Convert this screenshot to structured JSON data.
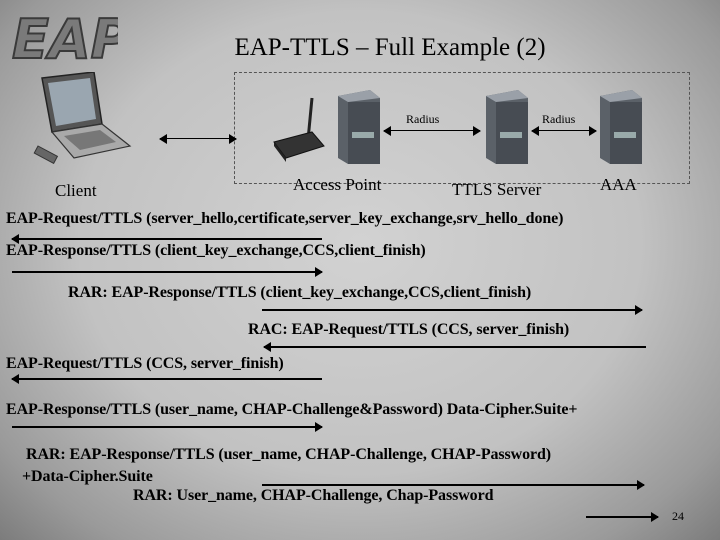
{
  "logo_text": "EAP",
  "title": "EAP-TTLS – Full Example (2)",
  "labels": {
    "radius_left": "Radius",
    "radius_right": "Radius",
    "client": "Client",
    "access_point": "Access Point",
    "ttls_server": "TTLS Server",
    "aaa": "AAA"
  },
  "messages": [
    "EAP-Request/TTLS (server_hello,certificate,server_key_exchange,srv_hello_done)",
    "EAP-Response/TTLS (client_key_exchange,CCS,client_finish)",
    "RAR: EAP-Response/TTLS (client_key_exchange,CCS,client_finish)",
    "RAC: EAP-Request/TTLS (CCS, server_finish)",
    "EAP-Request/TTLS (CCS, server_finish)",
    "EAP-Response/TTLS (user_name, CHAP-Challenge&Password) Data-Cipher.Suite+",
    "RAR: EAP-Response/TTLS (user_name, CHAP-Challenge, CHAP-Password)",
    "+Data-Cipher.Suite",
    "RAR: User_name, CHAP-Challenge, Chap-Password"
  ],
  "page_number": "24",
  "colors": {
    "background": "#c8c8c8",
    "arrow": "#000000"
  }
}
